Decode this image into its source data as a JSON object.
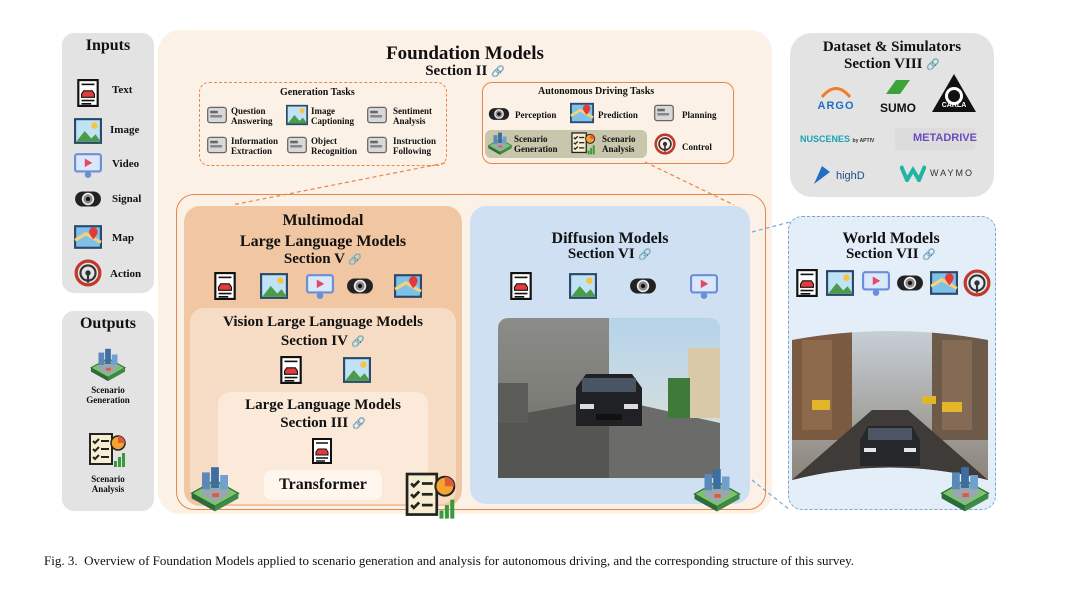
{
  "inputs": {
    "title": "Inputs",
    "items": [
      {
        "label": "Text",
        "icon": "document-car-icon"
      },
      {
        "label": "Image",
        "icon": "landscape-image-icon"
      },
      {
        "label": "Video",
        "icon": "video-play-icon"
      },
      {
        "label": "Signal",
        "icon": "sensor-signal-icon"
      },
      {
        "label": "Map",
        "icon": "map-pin-icon"
      },
      {
        "label": "Action",
        "icon": "steering-wheel-icon"
      }
    ]
  },
  "outputs": {
    "title": "Outputs",
    "items": [
      {
        "label": "Scenario\nGeneration",
        "icon": "city-block-icon"
      },
      {
        "label": "Scenario\nAnalysis",
        "icon": "checklist-chart-icon"
      }
    ]
  },
  "foundation": {
    "title": "Foundation Models",
    "section": "Section II"
  },
  "generation_tasks": {
    "title": "Generation Tasks",
    "items": [
      "Question\nAnswering",
      "Image\nCaptioning",
      "Sentiment\nAnalysis",
      "Information\nExtraction",
      "Object\nRecognition",
      "Instruction\nFollowing"
    ]
  },
  "ad_tasks": {
    "title": "Autonomous Driving Tasks",
    "items": [
      "Perception",
      "Prediction",
      "Planning",
      "Scenario\nGeneration",
      "Scenario\nAnalysis",
      "Control"
    ]
  },
  "mllm": {
    "title1": "Multimodal",
    "title2": "Large Language Models",
    "section": "Section V"
  },
  "vllm": {
    "title": "Vision Large Language Models",
    "section": "Section IV"
  },
  "llm": {
    "title": "Large Language Models",
    "section": "Section III"
  },
  "transformer": "Transformer",
  "diffusion": {
    "title": "Diffusion Models",
    "section": "Section VI"
  },
  "world": {
    "title": "World Models",
    "section": "Section VII"
  },
  "datasets": {
    "title": "Dataset & Simulators",
    "section": "Section VIII",
    "logos": [
      "ARGO",
      "SUMO",
      "CARLA",
      "NUSCENES",
      "by APTIV",
      "METADRIVE",
      "highD",
      "WAYMO"
    ]
  },
  "caption": "Fig. 3.  Overview of Foundation Models applied to scenario generation and analysis for autonomous driving, and the corresponding structure of this survey.",
  "colors": {
    "panel_gray": "#e3e3e3",
    "foundation_bg": "#fbf1e6",
    "orange_line": "#e8874a",
    "mllm_bg": "#f1c7a3",
    "diffusion_bg": "#cfe0f3",
    "world_bg": "#e4eef9"
  }
}
